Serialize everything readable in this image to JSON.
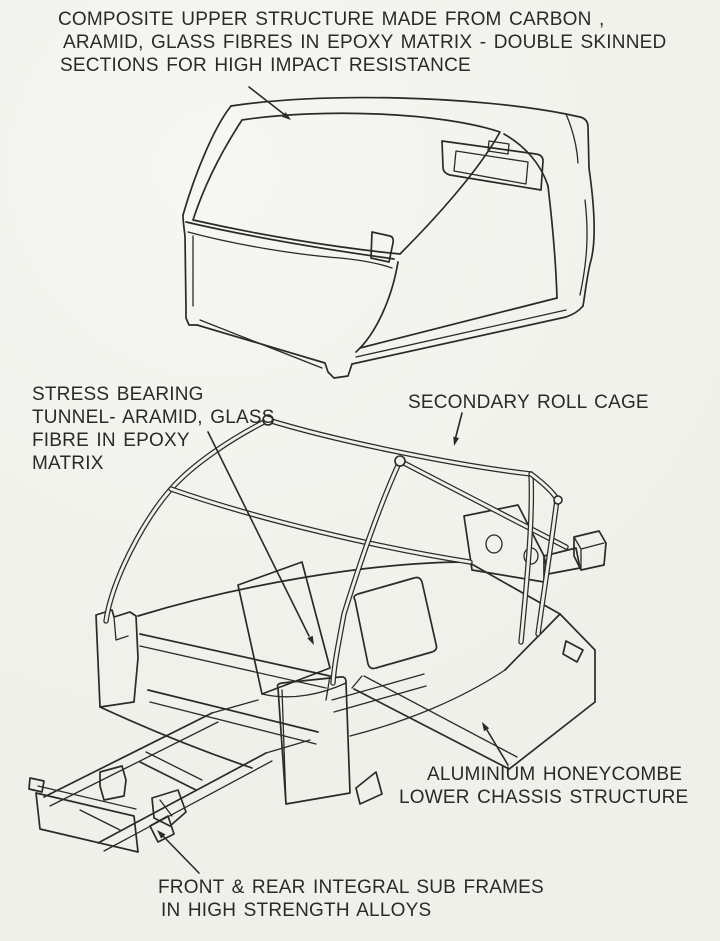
{
  "page": {
    "background_color": "#eff0e9",
    "ink_color": "#2b2a26",
    "drawing_description": "Hand-drawn technical illustration: composite upper body shell above, roll-caged lower chassis below, with arrowed callout labels"
  },
  "figure": {
    "labels": {
      "composite_upper": {
        "lines": [
          "COMPOSITE UPPER STRUCTURE MADE FROM CARBON ,",
          "ARAMID, GLASS FIBRES IN EPOXY MATRIX - DOUBLE SKINNED",
          "SECTIONS FOR HIGH IMPACT RESISTANCE"
        ]
      },
      "stress_tunnel": {
        "lines": [
          "STRESS BEARING",
          "TUNNEL- ARAMID, GLASS",
          "FIBRE IN EPOXY",
          "MATRIX"
        ]
      },
      "roll_cage": {
        "lines": [
          "SECONDARY ROLL CAGE"
        ]
      },
      "honeycomb_chassis": {
        "lines": [
          "ALUMINIUM HONEYCOMBE",
          "LOWER CHASSIS STRUCTURE"
        ]
      },
      "sub_frames": {
        "lines": [
          "FRONT & REAR INTEGRAL SUB FRAMES",
          "IN HIGH STRENGTH ALLOYS"
        ]
      }
    }
  }
}
